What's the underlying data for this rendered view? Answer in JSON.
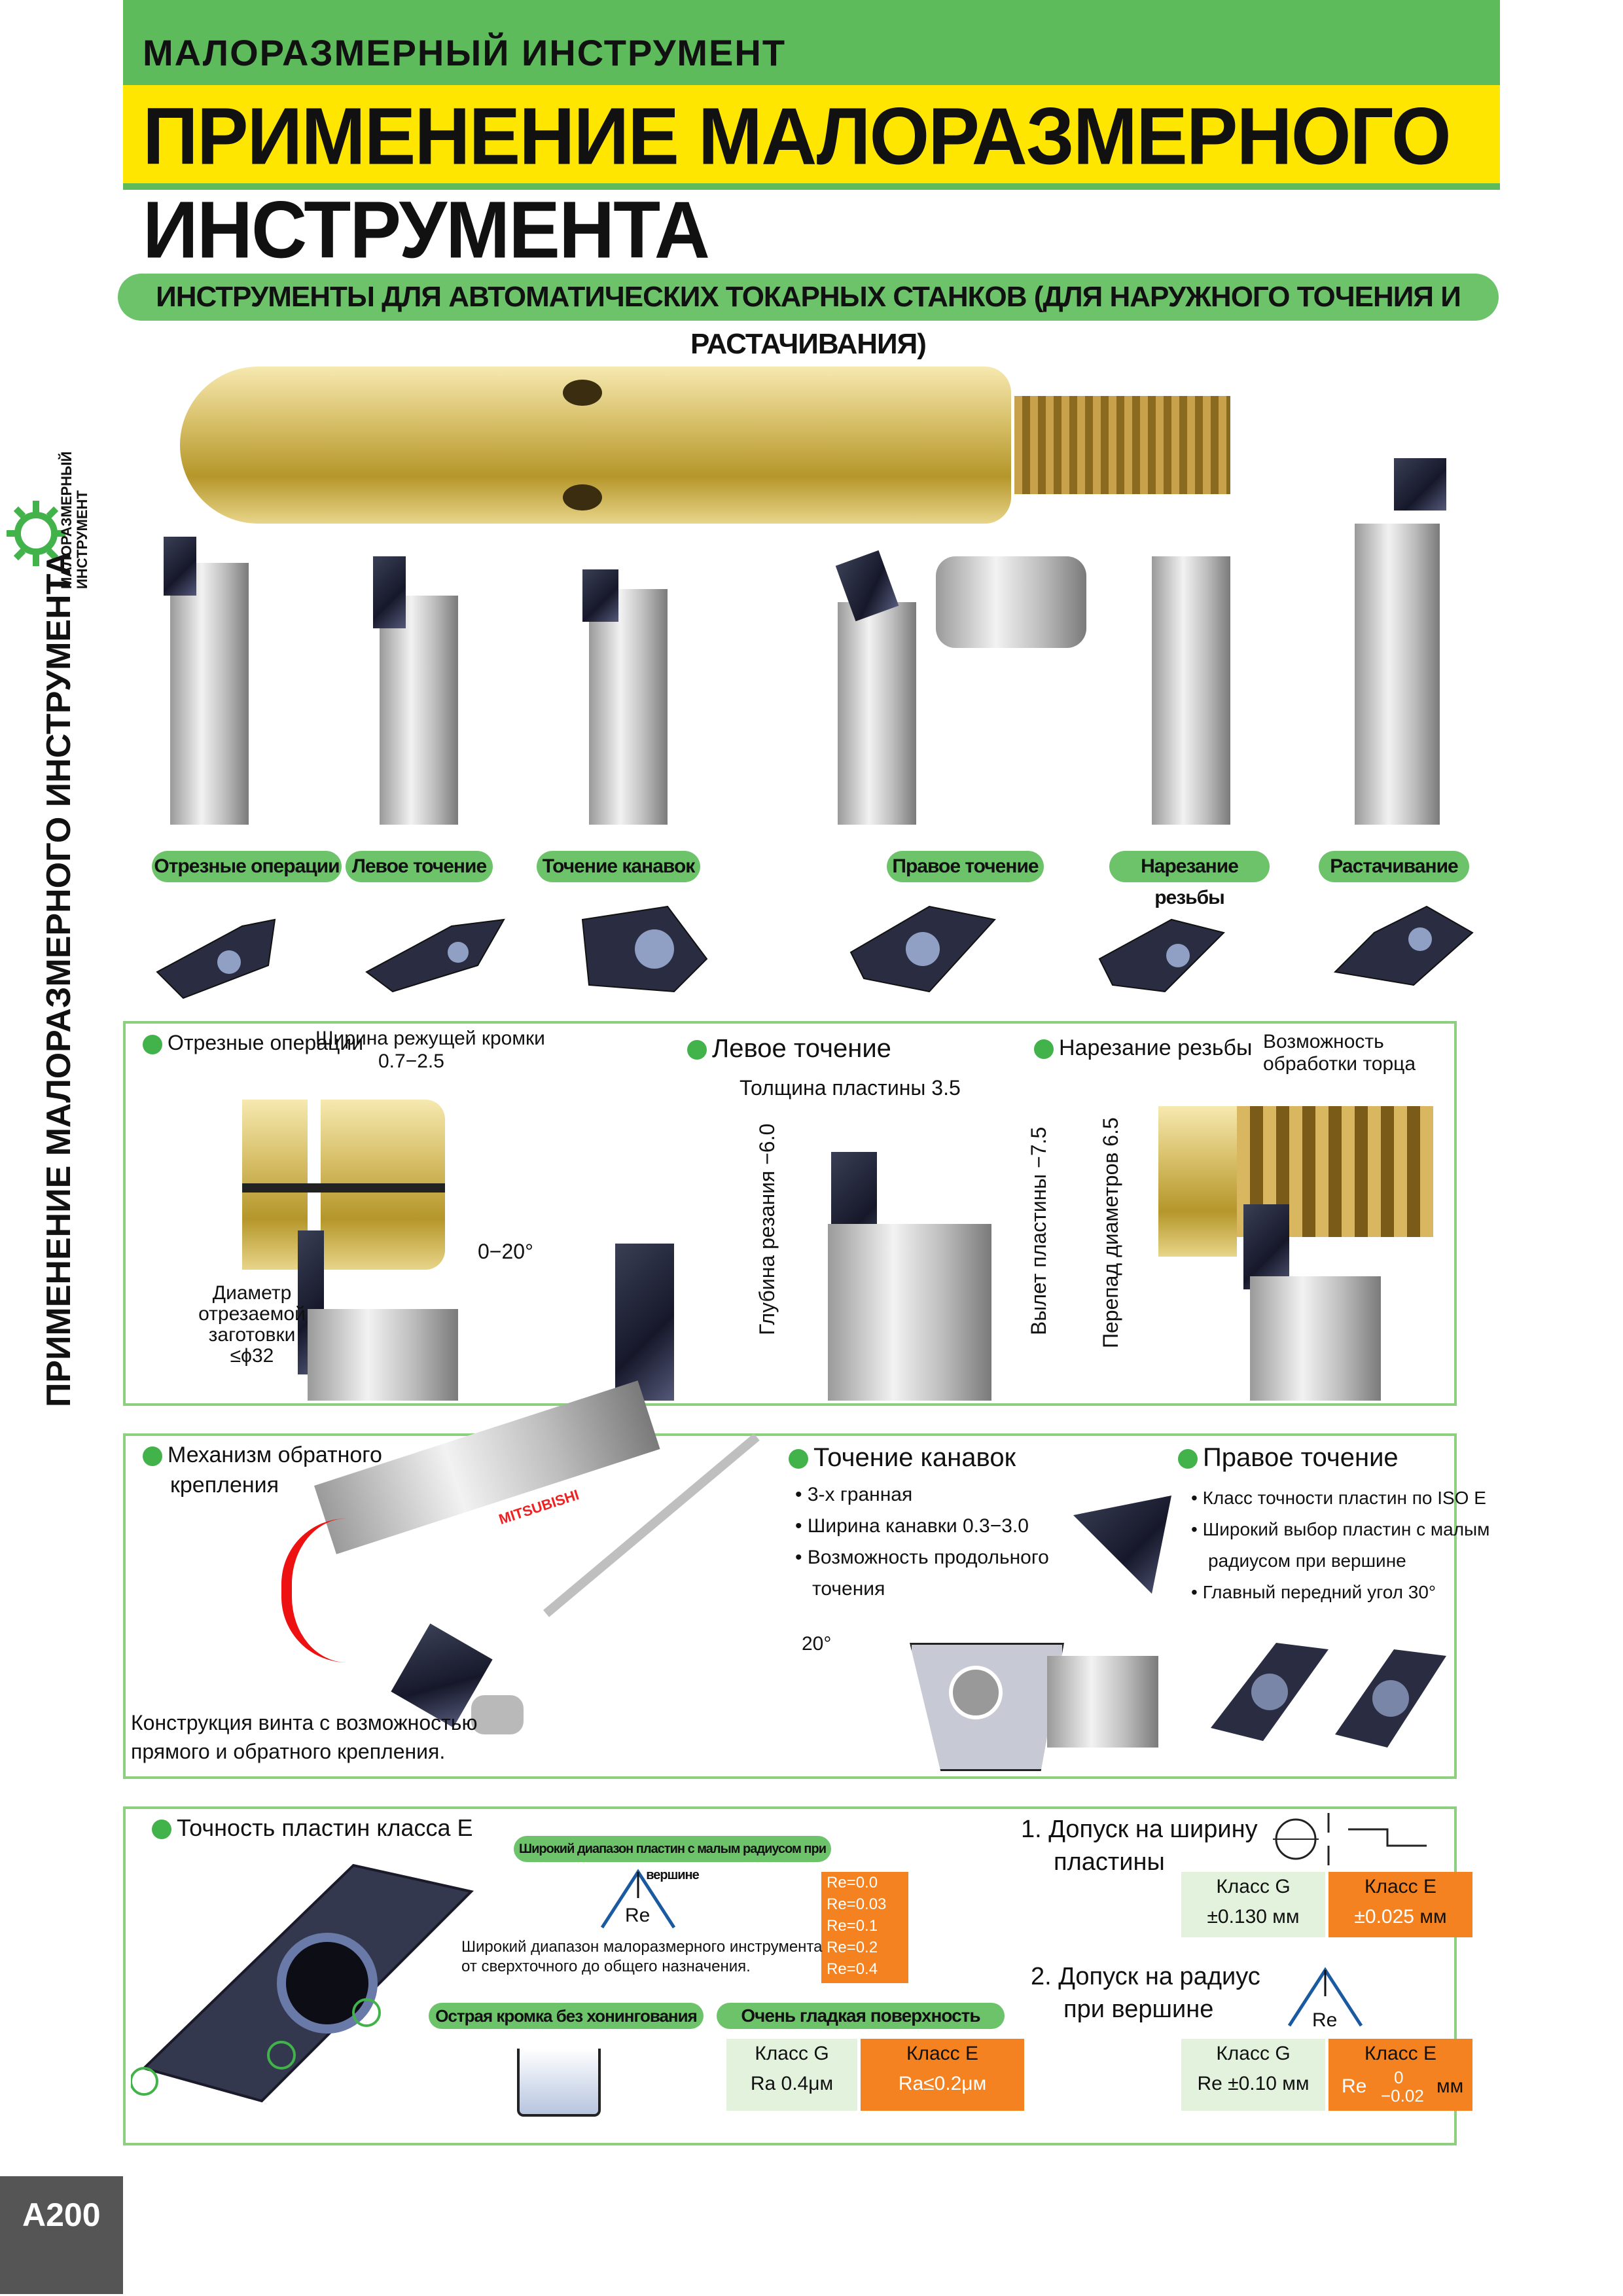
{
  "header": {
    "category": "МАЛОРАЗМЕРНЫЙ ИНСТРУМЕНТ",
    "title": "ПРИМЕНЕНИЕ МАЛОРАЗМЕРНОГО ИНСТРУМЕНТА"
  },
  "sidebar": {
    "vertical_title": "ПРИМЕНЕНИЕ МАЛОРАЗМЕРНОГО ИНСТРУМЕНТА",
    "logo_text_line1": "МАЛОРАЗМЕРНЫЙ",
    "logo_text_line2": "ИНСТРУМЕНТ",
    "page_number": "A200"
  },
  "section_title": "ИНСТРУМЕНТЫ ДЛЯ АВТОМАТИЧЕСКИХ ТОКАРНЫХ СТАНКОВ (ДЛЯ НАРУЖНОГО ТОЧЕНИЯ И РАСТАЧИВАНИЯ)",
  "tool_labels": [
    "Отрезные операции",
    "Левое точение",
    "Точение канавок",
    "Правое точение",
    "Нарезание резьбы",
    "Растачивание"
  ],
  "panel1": {
    "parting": {
      "heading": "Отрезные операции",
      "width_label": "Ширина режущей кромки",
      "width_value": "0.7−2.5",
      "angle": "0−20°",
      "diameter_line1": "Диаметр",
      "diameter_line2": "отрезаемой",
      "diameter_line3": "заготовки",
      "diameter_line4": "≤ϕ32"
    },
    "left": {
      "heading": "Левое точение",
      "thickness": "Толщина пластины 3.5",
      "depth": "Глубина резания −6.0",
      "overhang": "Вылет пластины −7.5"
    },
    "thread": {
      "heading": "Нарезание резьбы",
      "face_line1": "Возможность",
      "face_line2": "обработки торца",
      "diameter_step": "Перепад диаметров 6.5"
    }
  },
  "panel2": {
    "clamp": {
      "heading_line1": "Механизм обратного",
      "heading_line2": "крепления",
      "caption_line1": "Конструкция винта с возможностью",
      "caption_line2": "прямого и обратного крепления.",
      "brand": "MITSUBISHI"
    },
    "grooving": {
      "heading": "Точение канавок",
      "bullets": [
        "3-х гранная",
        "Ширина канавки 0.3−3.0",
        "Возможность продольного",
        "точения"
      ],
      "angle": "20°"
    },
    "right": {
      "heading": "Правое точение",
      "bullets": [
        "Класс точности пластин по ISO E",
        "Широкий выбор пластин с малым",
        "радиусом при вершине",
        "Главный передний угол 30°"
      ]
    }
  },
  "panel3": {
    "heading": "Точность пластин класса E",
    "radius_pill": "Широкий диапазон пластин с малым радиусом при вершине",
    "radius_label": "Re",
    "radius_values": [
      "Re=0.0",
      "Re=0.03",
      "Re=0.1",
      "Re=0.2",
      "Re=0.4"
    ],
    "range_line1": "Широкий диапазон малоразмерного инструмента",
    "range_line2": "от сверхточного до общего назначения.",
    "sharp_edge": "Острая кромка без хонингования",
    "smooth": "Очень гладкая поверхность",
    "smooth_g_class": "Класс G",
    "smooth_g_value": "Ra 0.4μм",
    "smooth_e_class": "Класс E",
    "smooth_e_value": "Ra≤0.2μм",
    "width_tol_line1": "1. Допуск на ширину",
    "width_tol_line2": "пластины",
    "width_g_class": "Класс G",
    "width_g_value": "±0.130 мм",
    "width_e_class": "Класс E",
    "width_e_value": "±0.025",
    "width_e_unit": "мм",
    "radius_tol_line1": "2. Допуск на радиус",
    "radius_tol_line2": "при вершине",
    "radius_tol_label": "Re",
    "radius_g_class": "Класс G",
    "radius_g_value": "Re ±0.10 мм",
    "radius_e_class": "Класс E",
    "radius_e_prefix": "Re",
    "radius_e_upper": "0",
    "radius_e_lower": "−0.02",
    "radius_e_unit": "мм"
  }
}
